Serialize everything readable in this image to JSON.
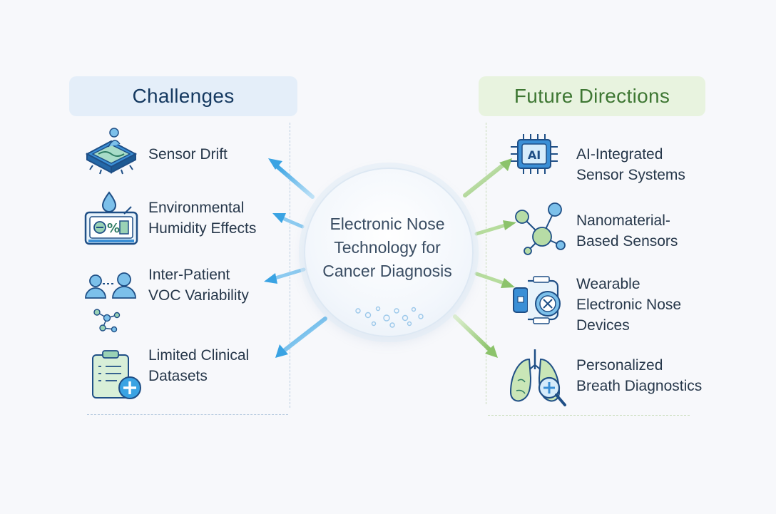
{
  "challenges": {
    "title": "Challenges",
    "items": [
      {
        "label": "Sensor Drift",
        "icon": "sensor-chip-icon"
      },
      {
        "label": "Environmental\nHumidity Effects",
        "icon": "humidity-monitor-icon"
      },
      {
        "label": "Inter-Patient\nVOC Variability",
        "icon": "patients-network-icon"
      },
      {
        "label": "Limited Clinical\nDatasets",
        "icon": "clipboard-plus-icon"
      }
    ]
  },
  "center": {
    "label": "Electronic Nose\nTechnology for\nCancer Diagnosis"
  },
  "future": {
    "title": "Future Directions",
    "items": [
      {
        "label": "AI-Integrated\nSensor Systems",
        "icon": "ai-chip-icon",
        "icon_text": "AI"
      },
      {
        "label": "Nanomaterial-\nBased Sensors",
        "icon": "molecule-icon"
      },
      {
        "label": "Wearable\nElectronic Nose\nDevices",
        "icon": "wearable-device-icon"
      },
      {
        "label": "Personalized\nBreath Diagnostics",
        "icon": "lungs-magnifier-icon"
      }
    ]
  },
  "colors": {
    "challenge_accent": "#3aa3e3",
    "future_accent": "#8cc36b",
    "challenge_title": "#163a61",
    "future_title": "#3e7733"
  }
}
